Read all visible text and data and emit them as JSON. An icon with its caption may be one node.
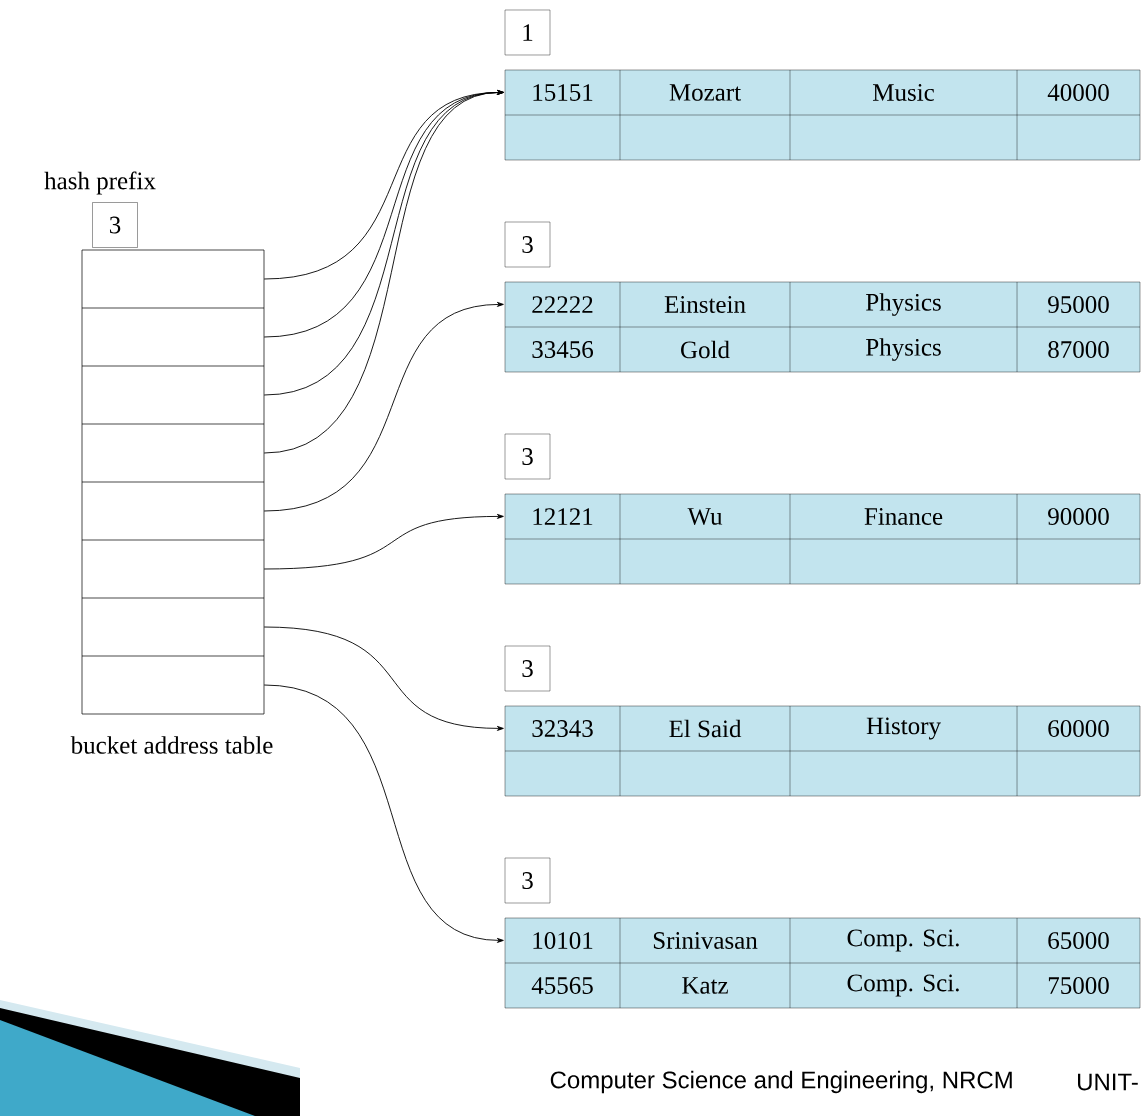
{
  "diagram": {
    "nodes": [
      {
        "text": [
          "3"
        ],
        "beside": [
          "hash prefix"
        ]
      },
      {
        "text": [],
        "shape": "box",
        "beside": [
          "bucket address table"
        ]
      },
      {
        "text": [],
        "shape": "box",
        "in": 1
      },
      {
        "text": [],
        "shape": "box",
        "in": 1
      },
      {
        "text": [],
        "shape": "box",
        "in": 1
      },
      {
        "text": [],
        "shape": "box",
        "in": 1
      },
      {
        "text": [],
        "shape": "box",
        "in": 1
      },
      {
        "text": [],
        "shape": "box",
        "in": 1
      },
      {
        "text": [],
        "shape": "box",
        "in": 1
      },
      {
        "text": [],
        "shape": "box",
        "in": 1
      },
      {
        "text": [
          "1"
        ]
      },
      {
        "text": [
          "15151",
          "Mozart",
          "Music",
          "40000"
        ]
      },
      {
        "text": [
          "3"
        ]
      },
      {
        "text": [
          "22222",
          "Einstein",
          "Physics",
          "95000",
          "33456",
          "Gold",
          "Physics",
          "87000"
        ]
      },
      {
        "text": [
          "3"
        ]
      },
      {
        "text": [
          "12121",
          "Wu",
          "Finance",
          "90000"
        ]
      },
      {
        "text": [
          "3"
        ]
      },
      {
        "text": [
          "32343",
          "El Said",
          "History",
          "60000"
        ]
      },
      {
        "text": [
          "3"
        ]
      },
      {
        "text": [
          "10101",
          "Srinivasan",
          "Comp. Sci.",
          "65000",
          "45565",
          "Katz",
          "Comp. Sci.",
          "75000"
        ]
      }
    ],
    "edges": [
      {
        "from": 2,
        "to": 11,
        "arrow": "to"
      },
      {
        "from": 3,
        "to": 11,
        "arrow": "to"
      },
      {
        "from": 4,
        "to": 11,
        "arrow": "to"
      },
      {
        "from": 5,
        "to": 11,
        "arrow": "to"
      },
      {
        "from": 6,
        "to": 13,
        "arrow": "to"
      },
      {
        "from": 7,
        "to": 15,
        "arrow": "to"
      },
      {
        "from": 8,
        "to": 17,
        "arrow": "to"
      },
      {
        "from": 9,
        "to": 19,
        "arrow": "to"
      }
    ],
    "labels": [
      "Computer Science and Engineering, NRCM",
      "UNIT-"
    ]
  }
}
